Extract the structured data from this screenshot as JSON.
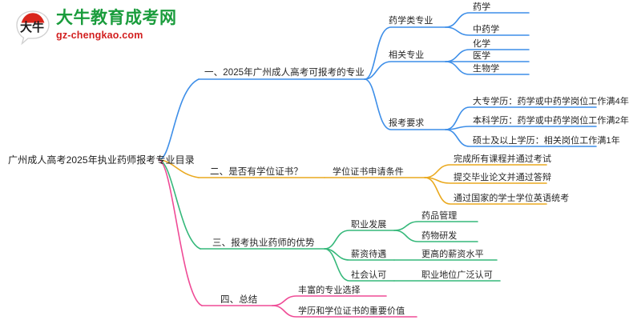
{
  "logo": {
    "mark_text": "大牛",
    "title": "大牛教育成考网",
    "subtitle": "gz-chengkao.com",
    "title_color": "#1a9c3c",
    "subtitle_color": "#d21f1f",
    "mark_arc_color": "#d9261c"
  },
  "colors": {
    "branch_blue": "#3d8ee8",
    "branch_orange": "#eaa91e",
    "branch_green": "#35b87a",
    "branch_pink": "#ef4b96",
    "text": "#262626"
  },
  "mindmap": {
    "root": "广州成人高考2025年执业药师报考专业目录",
    "branches": [
      {
        "label": "一、2025年广州成人高考可报考的专业",
        "color": "#3d8ee8",
        "children": [
          {
            "label": "药学类专业",
            "children": [
              {
                "label": "药学"
              },
              {
                "label": "中药学"
              }
            ]
          },
          {
            "label": "相关专业",
            "children": [
              {
                "label": "化学"
              },
              {
                "label": "医学"
              },
              {
                "label": "生物学"
              }
            ]
          },
          {
            "label": "报考要求",
            "children": [
              {
                "label": "大专学历：药学或中药学岗位工作满4年"
              },
              {
                "label": "本科学历：药学或中药学岗位工作满2年"
              },
              {
                "label": "硕士及以上学历：相关岗位工作满1年"
              }
            ]
          }
        ]
      },
      {
        "label": "二、是否有学位证书？",
        "color": "#eaa91e",
        "children": [
          {
            "label": "学位证书申请条件",
            "children": [
              {
                "label": "完成所有课程并通过考试"
              },
              {
                "label": "提交毕业论文并通过答辩"
              },
              {
                "label": "通过国家的学士学位英语统考"
              }
            ]
          }
        ]
      },
      {
        "label": "三、报考执业药师的优势",
        "color": "#35b87a",
        "children": [
          {
            "label": "职业发展",
            "children": [
              {
                "label": "药品管理"
              },
              {
                "label": "药物研发"
              }
            ]
          },
          {
            "label": "薪资待遇",
            "children": [
              {
                "label": "更高的薪资水平"
              }
            ]
          },
          {
            "label": "社会认可",
            "children": [
              {
                "label": "职业地位广泛认可"
              }
            ]
          }
        ]
      },
      {
        "label": "四、总结",
        "color": "#ef4b96",
        "children": [
          {
            "label": "丰富的专业选择",
            "children": []
          },
          {
            "label": "学历和学位证书的重要价值",
            "children": []
          }
        ]
      }
    ]
  }
}
